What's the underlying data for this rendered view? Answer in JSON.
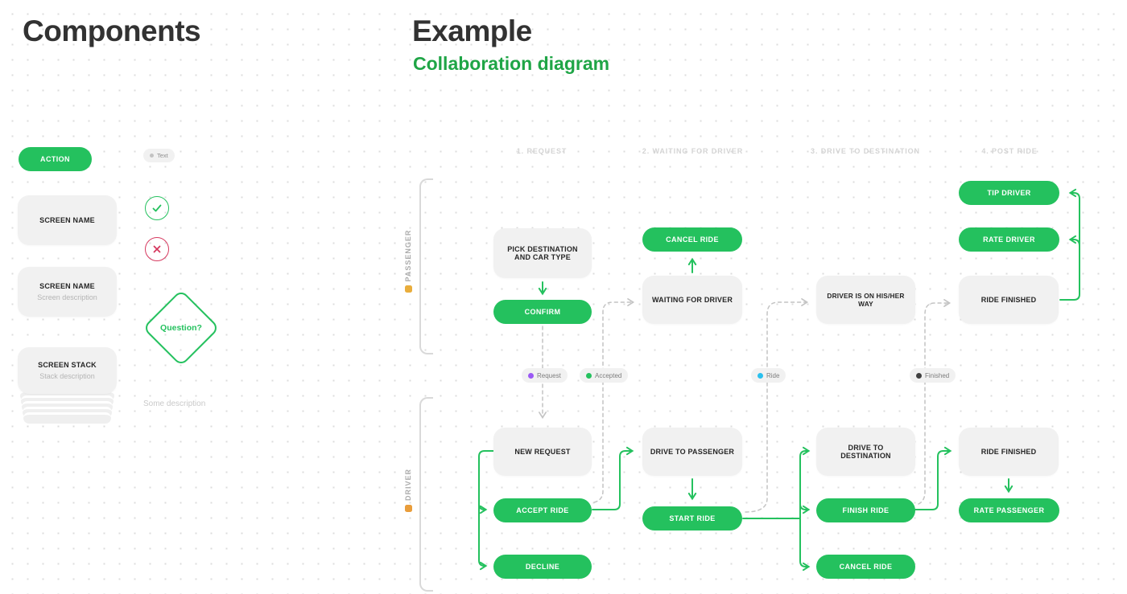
{
  "colors": {
    "green": "#24c15e",
    "green_heading": "#1fa546",
    "red": "#d6395f",
    "gray_box": "#f1f1f1",
    "dashed_gray": "#c4c4c4"
  },
  "components": {
    "title": "Components",
    "action_label": "ACTION",
    "text_chip": "Text",
    "screen_box": {
      "title": "SCREEN NAME"
    },
    "screen_box_desc": {
      "title": "SCREEN NAME",
      "description": "Screen description"
    },
    "question_label": "Question?",
    "stack_box": {
      "title": "SCREEN STACK",
      "description": "Stack description"
    },
    "sample_text": "Some description"
  },
  "example": {
    "title": "Example",
    "subtitle": "Collaboration diagram",
    "columns": [
      "1. REQUEST",
      "2. WAITING FOR DRIVER",
      "3. DRIVE TO DESTINATION",
      "4. POST RIDE"
    ],
    "lanes": [
      {
        "label": "PASSENGER",
        "dot_color": "#e9ad3c"
      },
      {
        "label": "DRIVER",
        "dot_color": "#e99d3b"
      }
    ],
    "events": [
      {
        "label": "Request",
        "dot_color": "#9b59f5"
      },
      {
        "label": "Accepted",
        "dot_color": "#24c15e"
      },
      {
        "label": "Ride",
        "dot_color": "#29c0ee"
      },
      {
        "label": "Finished",
        "dot_color": "#404040"
      }
    ],
    "passenger_nodes": [
      {
        "id": "pick-destination",
        "label": "PICK DESTINATION AND CAR TYPE"
      },
      {
        "id": "confirm",
        "label": "CONFIRM"
      },
      {
        "id": "cancel-ride",
        "label": "CANCEL RIDE"
      },
      {
        "id": "waiting-for-driver",
        "label": "WAITING FOR DRIVER"
      },
      {
        "id": "driver-on-way",
        "label": "DRIVER IS ON HIS/HER WAY"
      },
      {
        "id": "ride-finished",
        "label": "RIDE FINISHED"
      },
      {
        "id": "tip-driver",
        "label": "TIP DRIVER"
      },
      {
        "id": "rate-driver",
        "label": "RATE DRIVER"
      }
    ],
    "driver_nodes": [
      {
        "id": "new-request",
        "label": "NEW REQUEST"
      },
      {
        "id": "accept-ride",
        "label": "ACCEPT RIDE"
      },
      {
        "id": "decline",
        "label": "DECLINE"
      },
      {
        "id": "drive-to-passenger",
        "label": "DRIVE TO PASSENGER"
      },
      {
        "id": "start-ride",
        "label": "START RIDE"
      },
      {
        "id": "drive-to-destination",
        "label": "DRIVE TO DESTINATION"
      },
      {
        "id": "finish-ride",
        "label": "FINISH RIDE"
      },
      {
        "id": "cancel-ride",
        "label": "CANCEL RIDE"
      },
      {
        "id": "ride-finished",
        "label": "RIDE FINISHED"
      },
      {
        "id": "rate-passenger",
        "label": "RATE PASSENGER"
      }
    ]
  }
}
